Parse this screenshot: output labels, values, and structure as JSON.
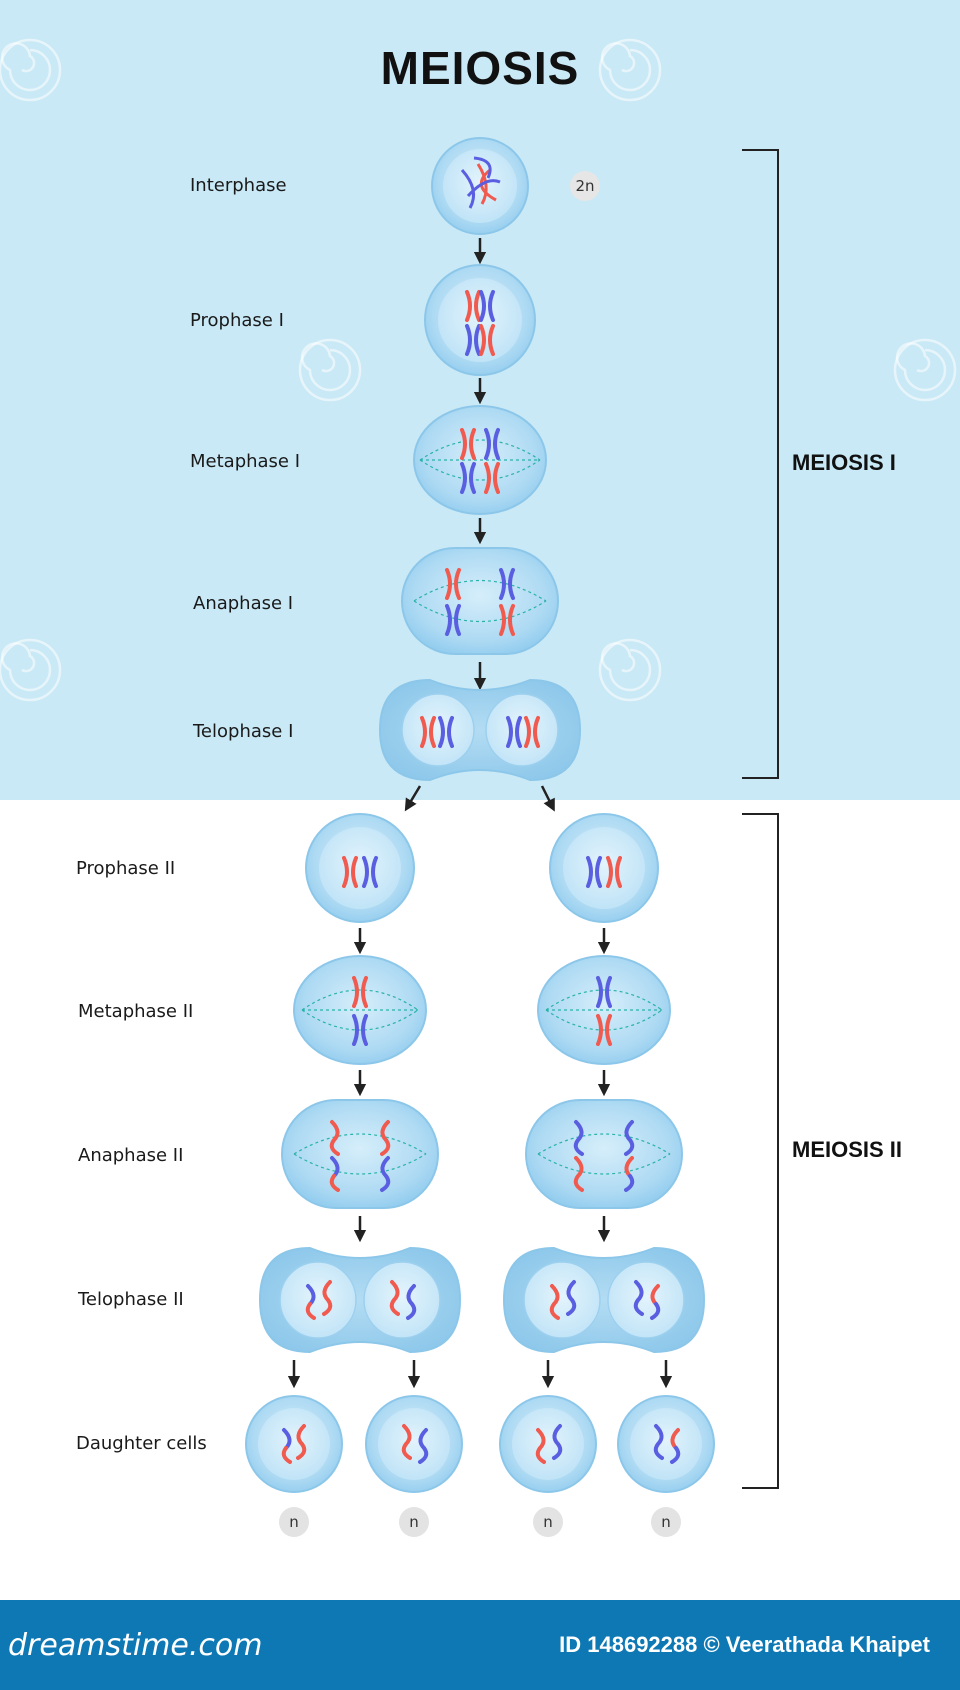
{
  "title": "MEIOSIS",
  "sections": {
    "meiosis_1": "MEIOSIS I",
    "meiosis_2": "MEIOSIS II"
  },
  "stages": {
    "interphase": "Interphase",
    "prophase_1": "Prophase I",
    "metaphase_1": "Metaphase I",
    "anaphase_1": "Anaphase I",
    "telophase_1": "Telophase I",
    "prophase_2": "Prophase II",
    "metaphase_2": "Metaphase II",
    "anaphase_2": "Anaphase II",
    "telophase_2": "Telophase II",
    "daughter_cells": "Daughter cells"
  },
  "ploidy": {
    "diploid": "2n",
    "haploid": [
      "n",
      "n",
      "n",
      "n"
    ]
  },
  "footer": {
    "brand": "dreamstime.com",
    "credit": "ID 148692288 © Veerathada Khaipet"
  },
  "colors": {
    "top_background": "#c9e9f6",
    "footer_background": "#0d78b4",
    "cell_fill": "#a9d8f3",
    "cell_inner": "#c5e6f8",
    "chromosome_red": "#f05a4f",
    "chromosome_blue": "#5a5ee0",
    "spindle": "#2ab3a8"
  },
  "icons": {
    "watermark": "spiral-logo-icon",
    "arrow": "arrow-down-icon",
    "ploidy_marker": "circle-badge-icon"
  }
}
